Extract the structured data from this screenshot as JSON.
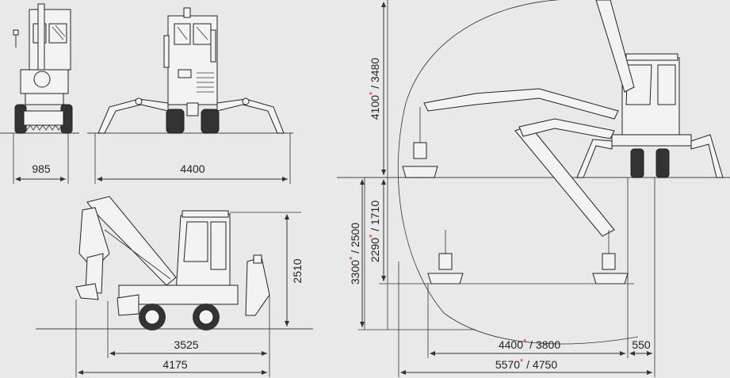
{
  "diagram": {
    "front_width": "985",
    "rear_width": "4400",
    "side_height": "2510",
    "wheelbase_length": "3525",
    "overall_length": "4175",
    "reach_height": {
      "main": "4100",
      "asterisk": "*",
      "alt": " / 3480"
    },
    "dig_depth_upper": {
      "main": "2290",
      "asterisk": "*",
      "alt": " / 1710"
    },
    "dig_depth_lower": {
      "main": "3300",
      "asterisk": "*",
      "alt": " / 2500"
    },
    "reach_inner": {
      "main": "4400",
      "asterisk": "*",
      "alt": " / 3800"
    },
    "offset": "550",
    "reach_outer": {
      "main": "5570",
      "asterisk": "*",
      "alt": " / 4750"
    }
  },
  "colors": {
    "background": "#e9e9e9",
    "lines": "#333333",
    "asterisk": "#dd3322"
  }
}
